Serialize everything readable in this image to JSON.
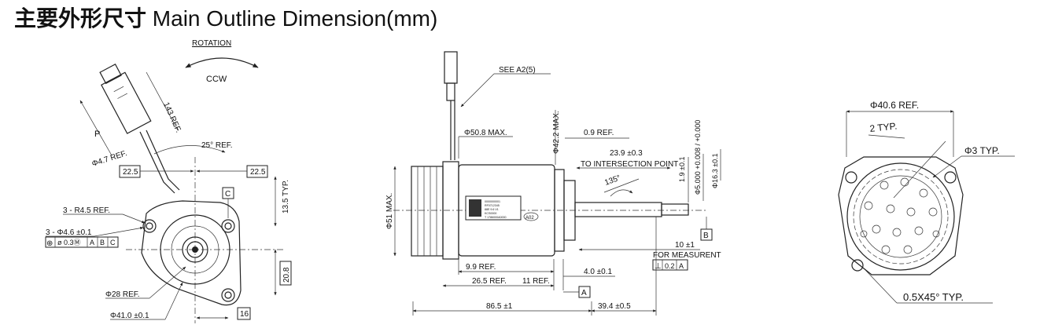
{
  "title": {
    "cn": "主要外形尺寸",
    "en": "Main Outline Dimension(mm)"
  },
  "front_view": {
    "rotation": "ROTATION",
    "ccw": "CCW",
    "p": "P",
    "len_143": "143 REF.",
    "dia_wire": "Φ4.7 REF.",
    "angle_25": "25° REF.",
    "dim_225_left": "22.5",
    "dim_225_right": "22.5",
    "dim_135": "13.5 TYP.",
    "datum_c": "C",
    "r45": "3 - R4.5 REF.",
    "holes": "3 - Φ4.6 ±0.1",
    "tol_pos": "⊕",
    "tol_val": "ø 0.3Ⓜ",
    "tol_a": "A",
    "tol_b": "B",
    "tol_c": "C",
    "dim_208": "20.8",
    "dia_28": "Φ28 REF.",
    "dia_41": "Φ41.0 ±0.1",
    "dim_16": "16"
  },
  "side_view": {
    "see_a2": "SEE A2(5)",
    "dia_508": "Φ50.8 MAX.",
    "dia_422": "Φ42.2 MAX.",
    "dim_09": "0.9 REF.",
    "dim_239": "23.9 ±0.3",
    "to_intersection": "TO INTERSECTION POINT",
    "dim_19": "1.9 ±0.1",
    "dia_5000": "Φ5.000 +0.008 / +0.000",
    "dia_163": "Φ16.3 ±0.1",
    "angle_135": "135°",
    "dia_51": "Φ51 MAX.",
    "datum_b": "B",
    "dim_10": "10 ±1",
    "for_measurent": "FOR MEASURENT",
    "perp_sym": "⊥",
    "perp_val": "0.2",
    "perp_ref": "A",
    "dim_99": "9.9 REF.",
    "dim_265": "26.5 REF.",
    "dim_11": "11 REF.",
    "dim_40": "4.0 ±0.1",
    "datum_a": "A",
    "dim_865": "86.5 ±1",
    "dim_394": "39.4 ±0.5",
    "label_lines": [
      "0000000001",
      "RF0712345",
      "88E 9.6 V1",
      "KCS0000",
      "T 1786000A0000"
    ],
    "label_tag": "A02"
  },
  "back_view": {
    "dia_406": "Φ40.6 REF.",
    "typ_2": "2 TYP.",
    "dia_3": "Φ3 TYP.",
    "chamfer": "0.5X45° TYP."
  }
}
